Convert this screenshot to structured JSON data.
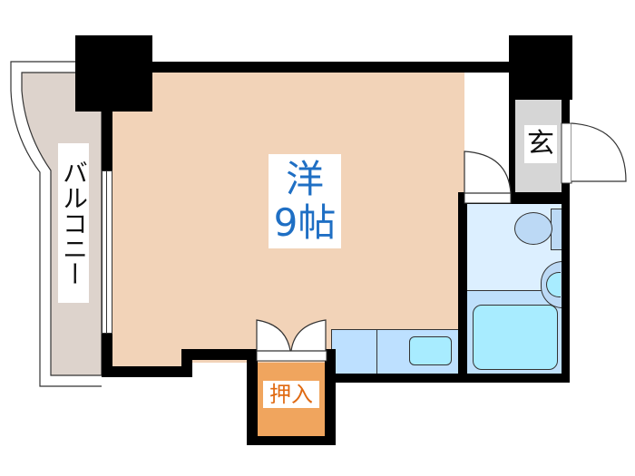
{
  "floorplan": {
    "rooms": [
      {
        "id": "western-room",
        "label_line1": "洋",
        "label_line2": "9帖",
        "color": "#f2d3b8",
        "text_color": "#1f6fc4"
      },
      {
        "id": "balcony",
        "label": "バルコニー",
        "color": "#ddd3cc",
        "text_color": "#111111"
      },
      {
        "id": "entrance",
        "label": "玄",
        "color": "#d6d6d6",
        "text_color": "#111111"
      },
      {
        "id": "closet",
        "label": "押入",
        "color": "#f0a55e",
        "text_color": "#e06a12"
      },
      {
        "id": "bathroom",
        "label": "",
        "color": "#dcefff"
      },
      {
        "id": "kitchen",
        "label": "",
        "color": "#bde0ff"
      }
    ],
    "colors": {
      "wall": "#000000",
      "bath_floor": "#bfe0fb",
      "bathtub": "#a8ecff",
      "toilet": "#bcd9f5",
      "sink": "#a8ecff"
    }
  }
}
